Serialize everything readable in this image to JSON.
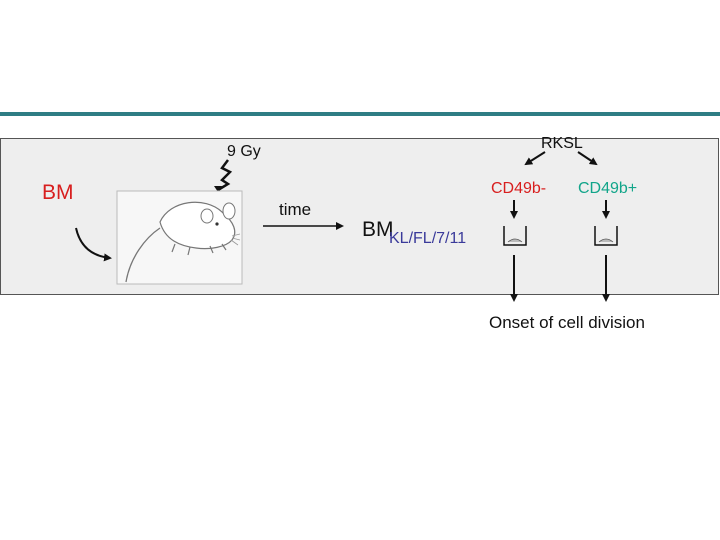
{
  "labels": {
    "bm": "BM",
    "irradiation": "9 Gy",
    "time": "time",
    "bm_sorted_main": "BM",
    "bm_sorted_sub": "KL/FL/7/11",
    "rksl": "RKSL",
    "cd49b_neg": "CD49b-",
    "cd49b_pos": "CD49b+",
    "onset": "Onset of cell division"
  },
  "colors": {
    "header_rule": "#2e7d84",
    "panel_bg": "#eeeeee",
    "bm_text": "#d81e1e",
    "cd49b_neg": "#d81e1e",
    "cd49b_pos": "#12a58a",
    "subscript": "#3a3a9a"
  },
  "icons": [
    "mouse-illustration",
    "lightning-bolt-icon",
    "well-icon"
  ]
}
